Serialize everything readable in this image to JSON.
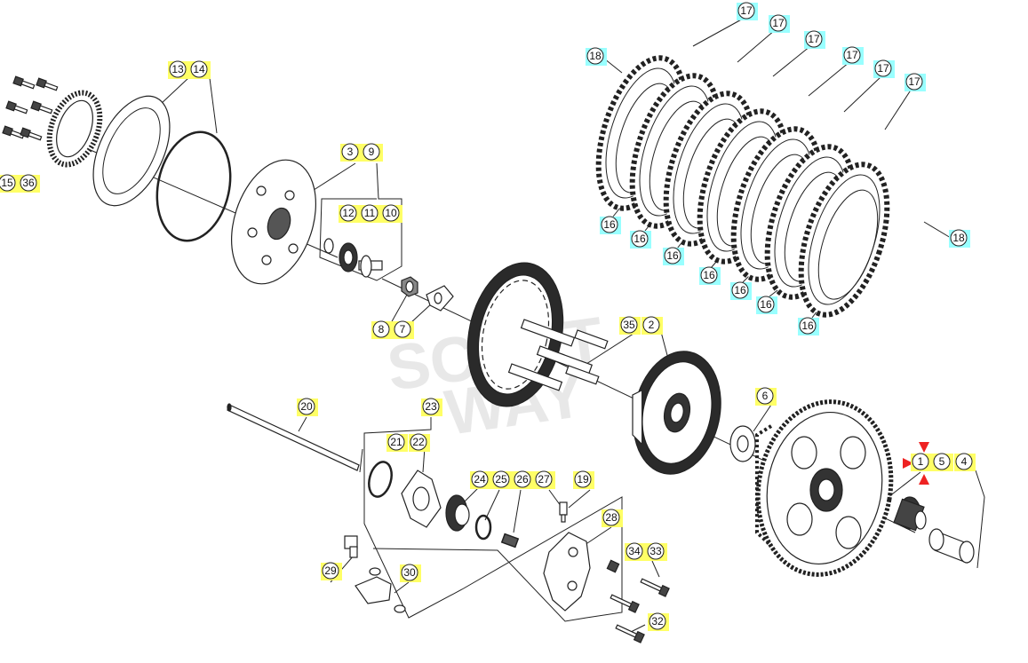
{
  "colors": {
    "line": "#222222",
    "part_fill": "#ffffff",
    "dark_fill": "#2a2a2a",
    "yellow_box": "#ffff66",
    "cyan_box": "#99ffff",
    "marker_red": "#ee2222",
    "watermark": "#cfcfcf"
  },
  "watermark": {
    "line1": "SCOTT",
    "line2": "WAY"
  },
  "callouts": [
    {
      "id": "c13",
      "label": "13",
      "style": "yellow"
    },
    {
      "id": "c14",
      "label": "14",
      "style": "yellow"
    },
    {
      "id": "c15",
      "label": "15",
      "style": "yellow"
    },
    {
      "id": "c36",
      "label": "36",
      "style": "yellow"
    },
    {
      "id": "c3",
      "label": "3",
      "style": "yellow"
    },
    {
      "id": "c9",
      "label": "9",
      "style": "yellow"
    },
    {
      "id": "c12",
      "label": "12",
      "style": "yellow"
    },
    {
      "id": "c11",
      "label": "11",
      "style": "yellow"
    },
    {
      "id": "c10",
      "label": "10",
      "style": "yellow"
    },
    {
      "id": "c8",
      "label": "8",
      "style": "yellow"
    },
    {
      "id": "c7",
      "label": "7",
      "style": "yellow"
    },
    {
      "id": "c35",
      "label": "35",
      "style": "yellow"
    },
    {
      "id": "c2",
      "label": "2",
      "style": "yellow"
    },
    {
      "id": "c6",
      "label": "6",
      "style": "yellow"
    },
    {
      "id": "c1",
      "label": "1",
      "style": "yellow"
    },
    {
      "id": "c5",
      "label": "5",
      "style": "yellow"
    },
    {
      "id": "c4",
      "label": "4",
      "style": "yellow"
    },
    {
      "id": "c20",
      "label": "20",
      "style": "yellow"
    },
    {
      "id": "c23",
      "label": "23",
      "style": "yellow"
    },
    {
      "id": "c21",
      "label": "21",
      "style": "yellow"
    },
    {
      "id": "c22",
      "label": "22",
      "style": "yellow"
    },
    {
      "id": "c24",
      "label": "24",
      "style": "yellow"
    },
    {
      "id": "c25",
      "label": "25",
      "style": "yellow"
    },
    {
      "id": "c26",
      "label": "26",
      "style": "yellow"
    },
    {
      "id": "c27",
      "label": "27",
      "style": "yellow"
    },
    {
      "id": "c19",
      "label": "19",
      "style": "yellow"
    },
    {
      "id": "c28",
      "label": "28",
      "style": "yellow"
    },
    {
      "id": "c34",
      "label": "34",
      "style": "yellow"
    },
    {
      "id": "c33",
      "label": "33",
      "style": "yellow"
    },
    {
      "id": "c29",
      "label": "29",
      "style": "yellow"
    },
    {
      "id": "c30",
      "label": "30",
      "style": "yellow"
    },
    {
      "id": "c32",
      "label": "32",
      "style": "yellow"
    },
    {
      "id": "c18a",
      "label": "18",
      "style": "cyan"
    },
    {
      "id": "c18b",
      "label": "18",
      "style": "cyan"
    },
    {
      "id": "c17a",
      "label": "17",
      "style": "cyan"
    },
    {
      "id": "c17b",
      "label": "17",
      "style": "cyan"
    },
    {
      "id": "c17c",
      "label": "17",
      "style": "cyan"
    },
    {
      "id": "c17d",
      "label": "17",
      "style": "cyan"
    },
    {
      "id": "c17e",
      "label": "17",
      "style": "cyan"
    },
    {
      "id": "c17f",
      "label": "17",
      "style": "cyan"
    },
    {
      "id": "c16a",
      "label": "16",
      "style": "cyan"
    },
    {
      "id": "c16b",
      "label": "16",
      "style": "cyan"
    },
    {
      "id": "c16c",
      "label": "16",
      "style": "cyan"
    },
    {
      "id": "c16d",
      "label": "16",
      "style": "cyan"
    },
    {
      "id": "c16e",
      "label": "16",
      "style": "cyan"
    },
    {
      "id": "c16f",
      "label": "16",
      "style": "cyan"
    },
    {
      "id": "c16g",
      "label": "16",
      "style": "cyan"
    }
  ]
}
